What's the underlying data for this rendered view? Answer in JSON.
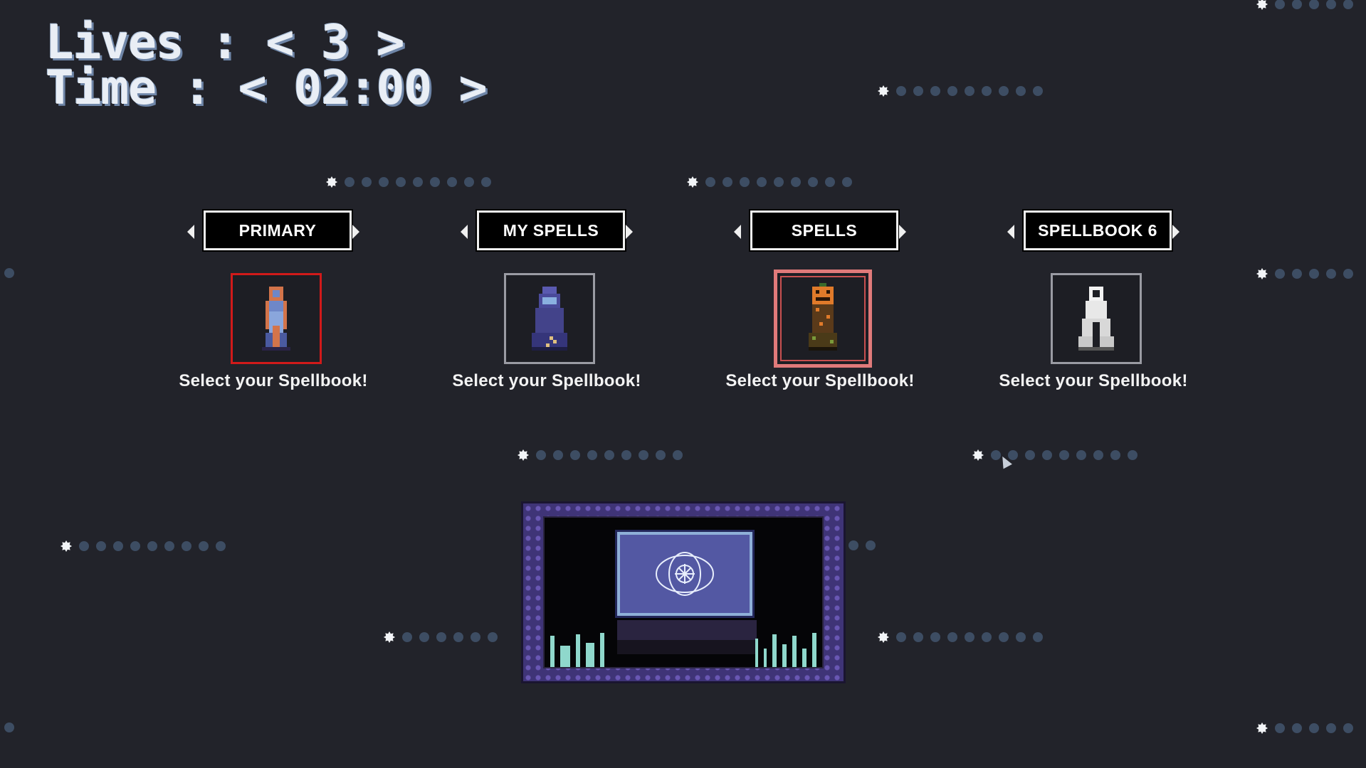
{
  "hud": {
    "lives_line": "Lives : < 3 >",
    "time_line": "Time : < 02:00 >"
  },
  "selectors": [
    {
      "tab_label": "PRIMARY",
      "caption": "Select your Spellbook!",
      "character": "blue-robed-mage",
      "frame": "red"
    },
    {
      "tab_label": "MY SPELLS",
      "caption": "Select your Spellbook!",
      "character": "purple-hooded-mage",
      "frame": "gray"
    },
    {
      "tab_label": "SPELLS",
      "caption": "Select your Spellbook!",
      "character": "pumpkin-head-mage",
      "frame": "selected"
    },
    {
      "tab_label": "SPELLBOOK 6",
      "caption": "Select your Spellbook!",
      "character": "white-ghost-mage",
      "frame": "gray"
    }
  ],
  "spellbook_panel": {
    "icon": "magic-sigil-icon",
    "colors": {
      "border": "#3f3477",
      "book": "#5358a3",
      "bars": "#8fd8cc"
    }
  },
  "colors": {
    "background": "#22232a",
    "selected_frame": "#e07a7a",
    "player_frame": "#d11a1a",
    "dot_trail": "#3d4d63"
  }
}
